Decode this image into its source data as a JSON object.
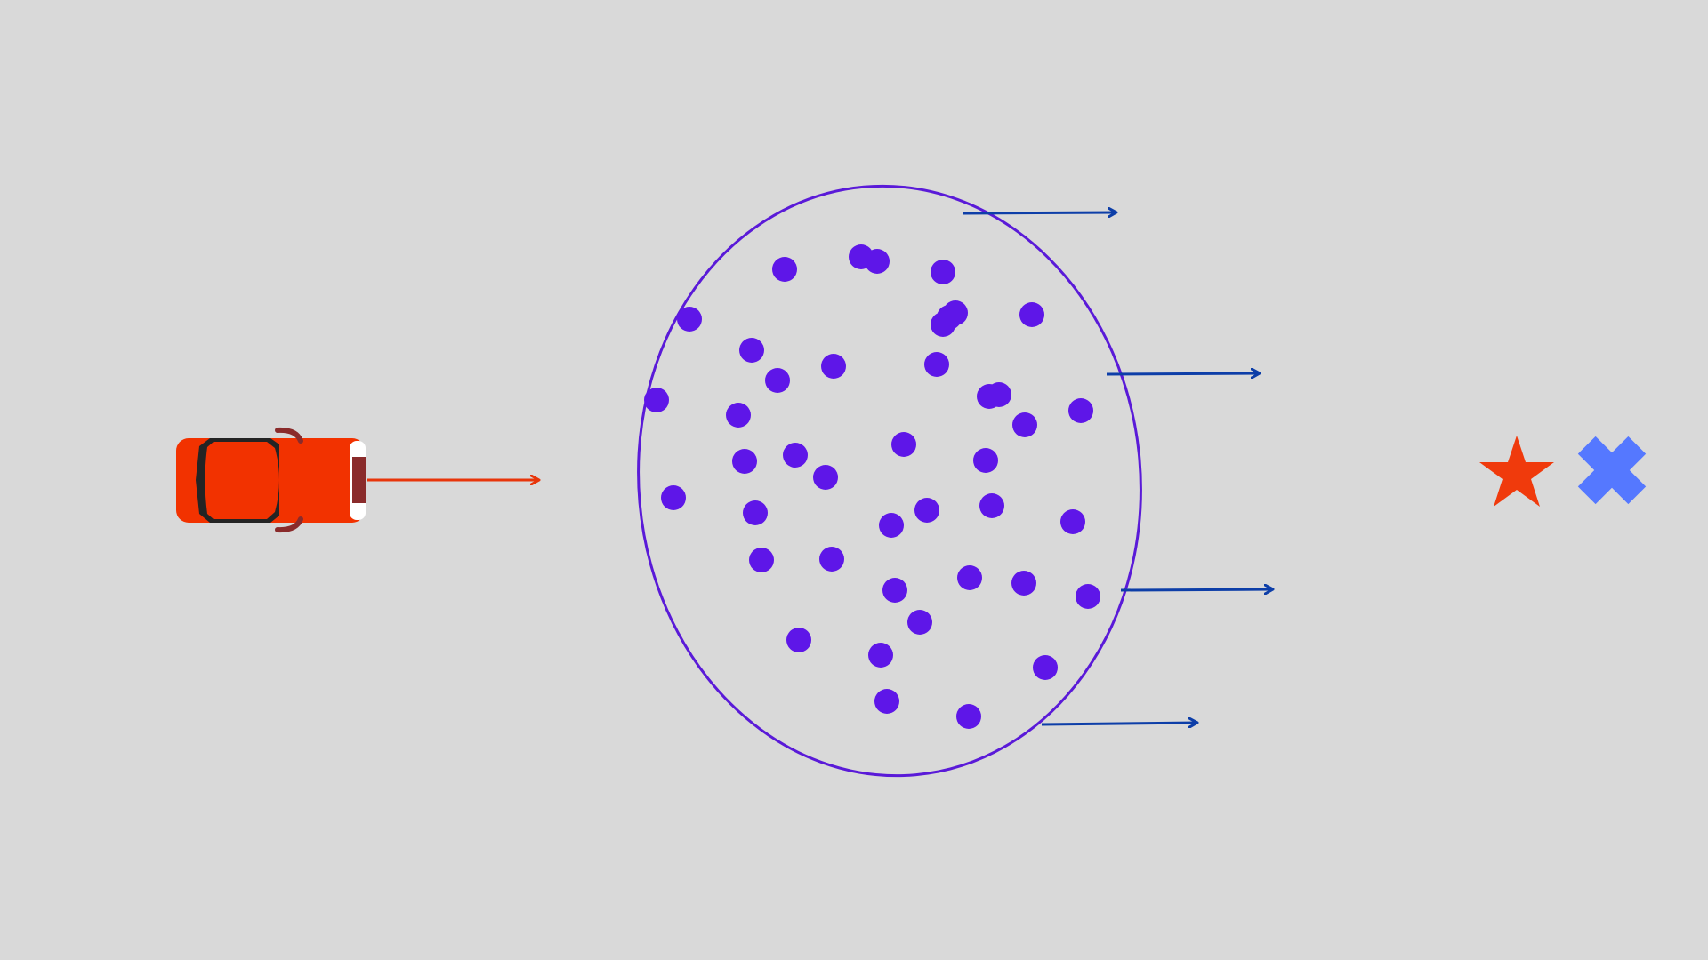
{
  "scene": {
    "background_color": "#d9d9d9",
    "player": {
      "name": "car",
      "body_color": "#f23200",
      "window_color": "#242424",
      "trim_color": "#8a2b2b",
      "facing": "right",
      "velocity_arrow_color": "#e8350a"
    },
    "swarm": {
      "outline_color": "#5a1ad8",
      "particle_color": "#5e16e8",
      "particle_count": 42,
      "motion_direction": "right",
      "motion_arrow_color": "#0d3ea8",
      "motion_arrow_count": 4
    },
    "goal_star": {
      "color": "#f03a0c"
    },
    "cross_marker": {
      "color": "#5578ff"
    }
  }
}
